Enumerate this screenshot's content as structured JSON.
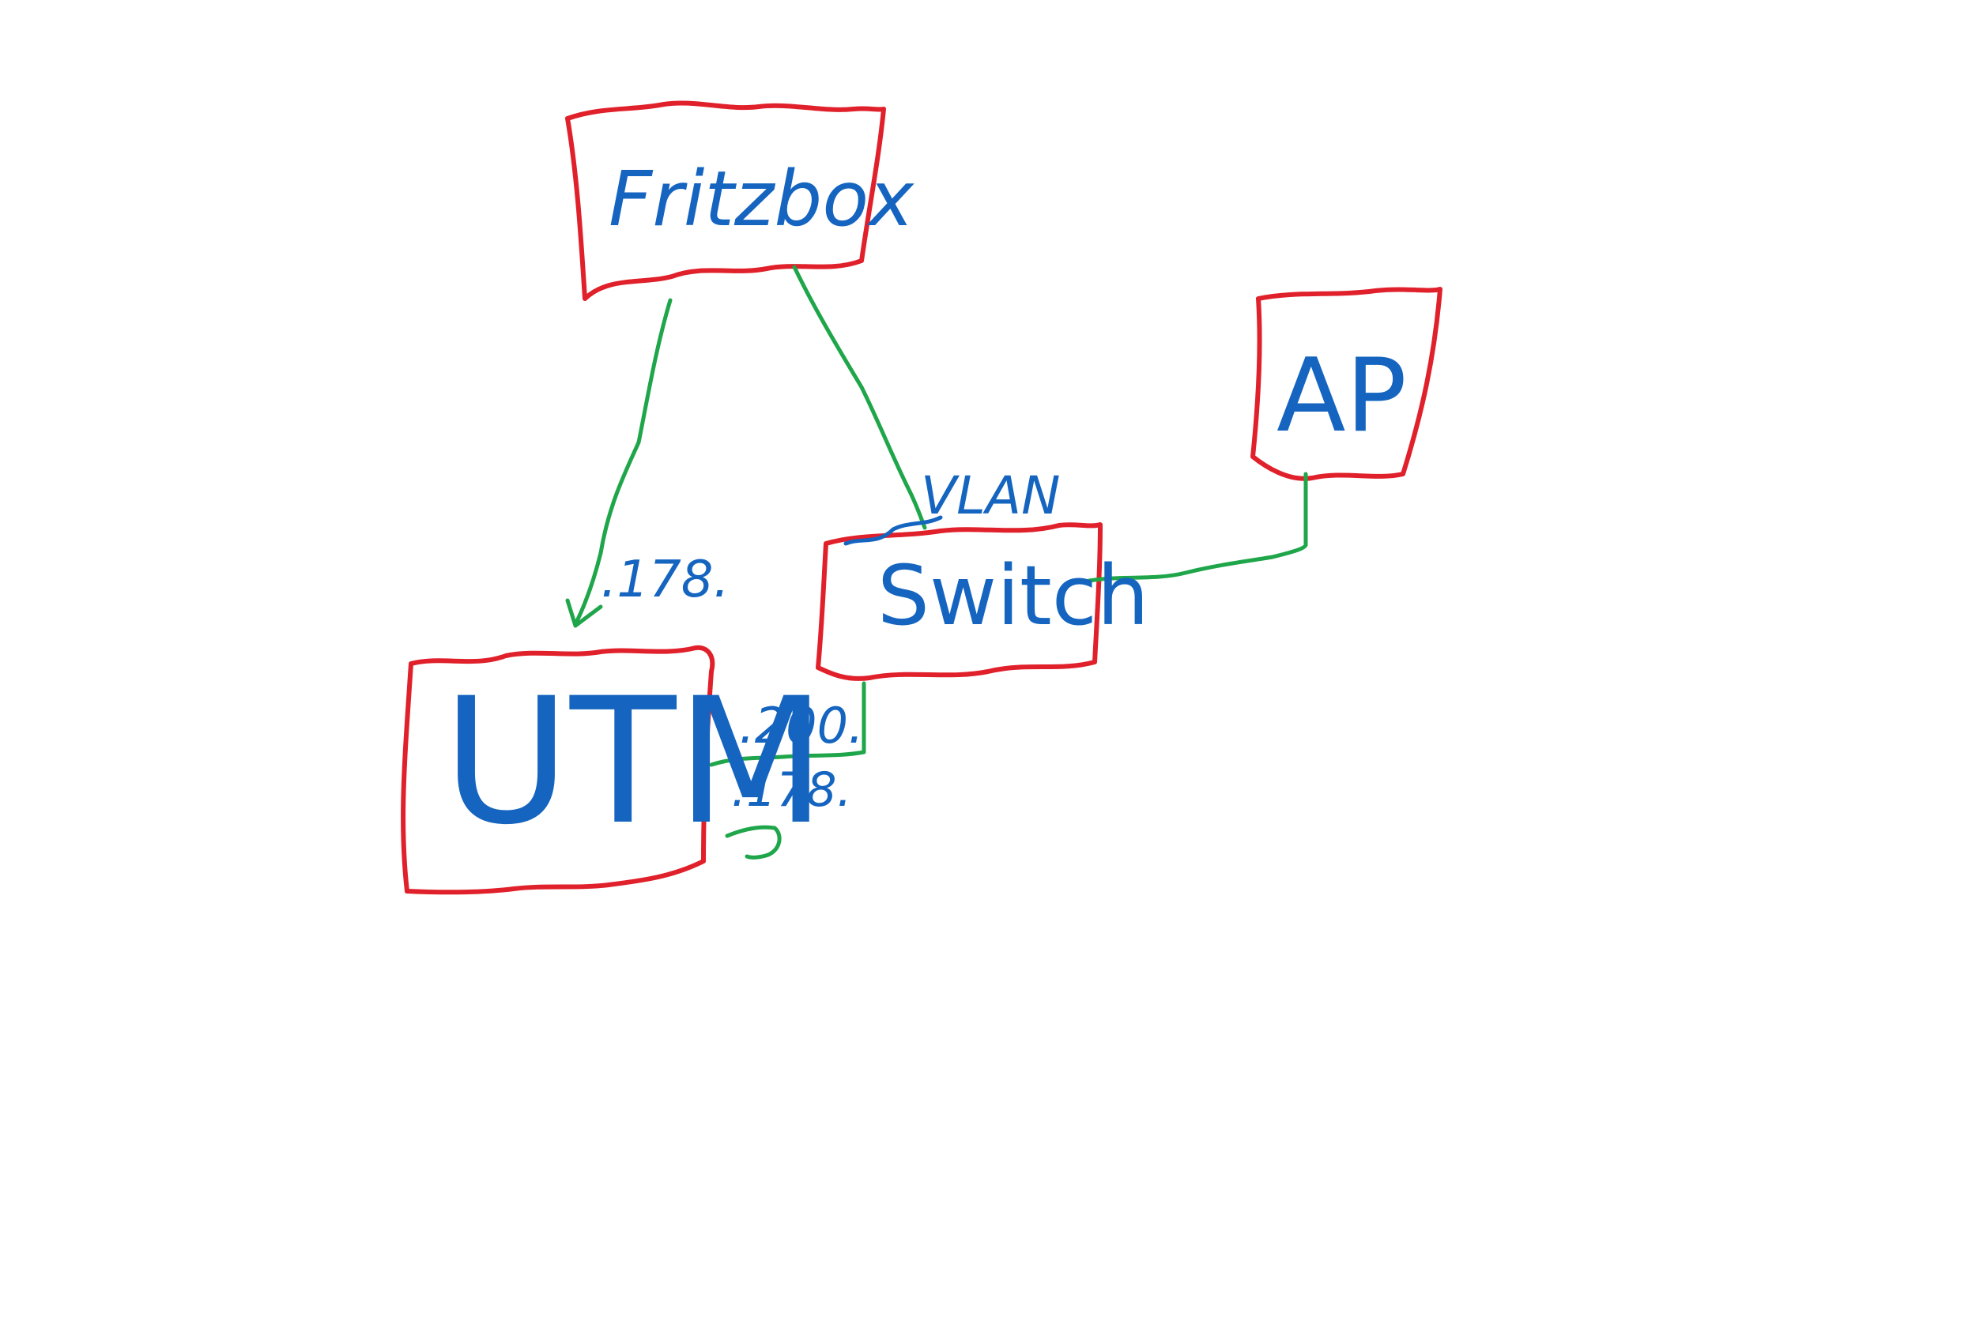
{
  "colors": {
    "box": "#e0202a",
    "text": "#1565c0",
    "link": "#1fa64a",
    "background": "#ffffff"
  },
  "nodes": {
    "fritzbox": "Fritzbox",
    "switch": "Switch",
    "ap": "AP",
    "utm": "UTM"
  },
  "annotations": {
    "vlan": "VLAN",
    "fritz_utm": ".178.",
    "utm_switch_upper": ".200.",
    "utm_switch_lower": ".178."
  }
}
